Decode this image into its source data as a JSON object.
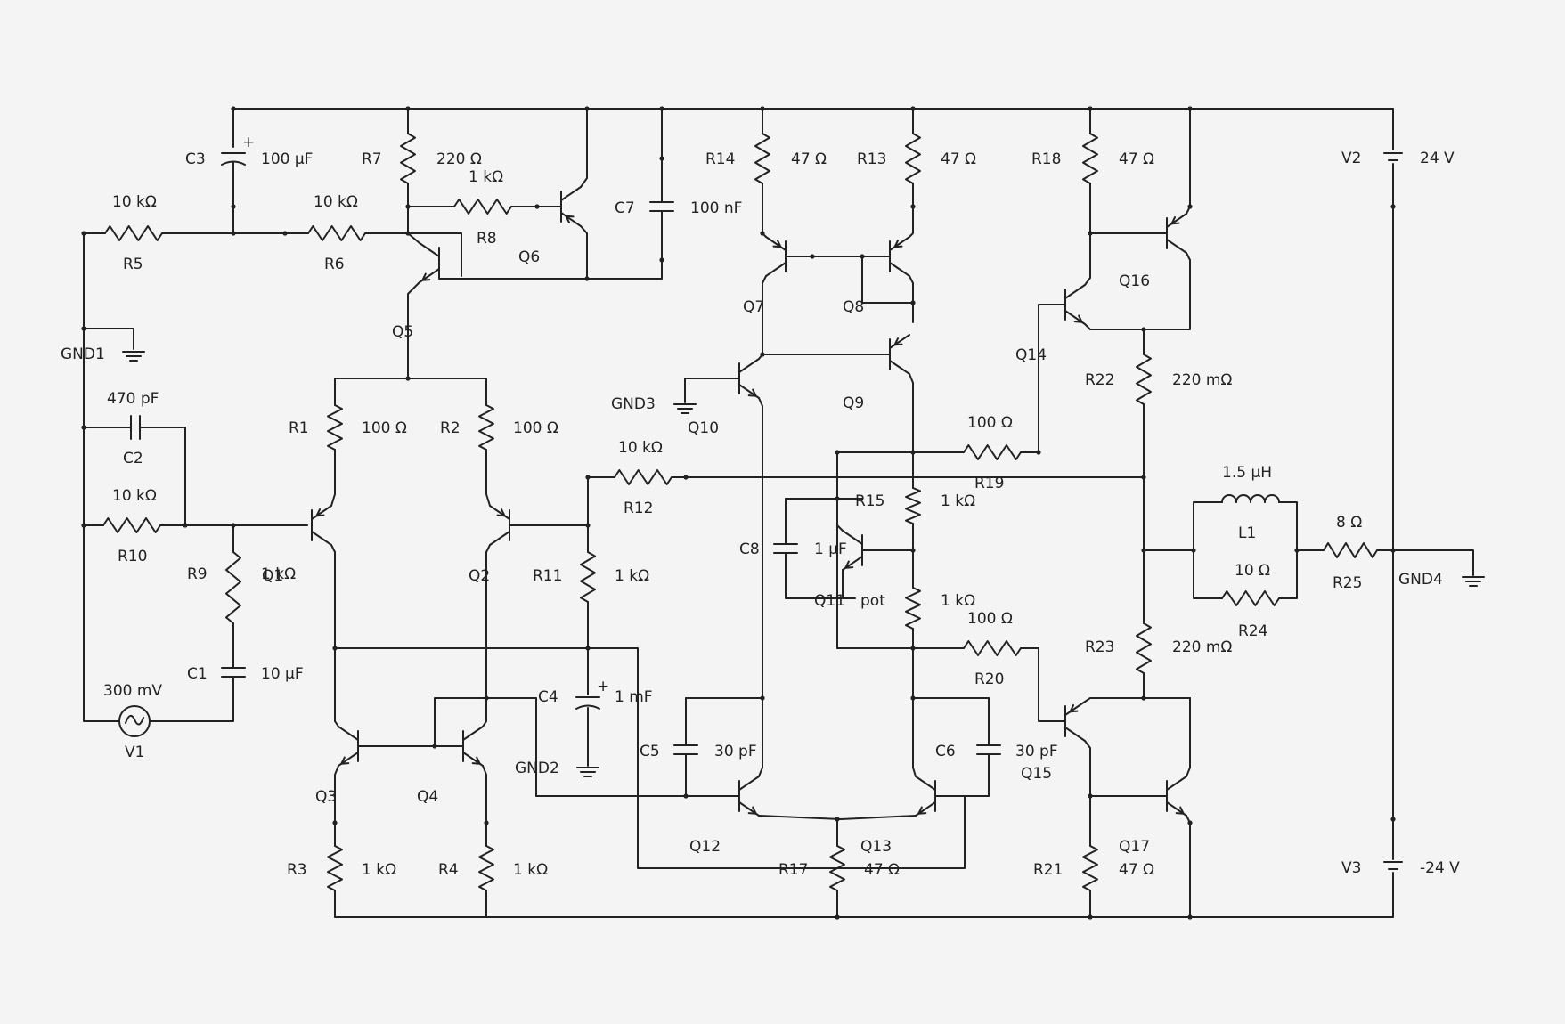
{
  "components": [
    {
      "ref": "R1",
      "value": "100 Ω"
    },
    {
      "ref": "R2",
      "value": "100 Ω"
    },
    {
      "ref": "R3",
      "value": "1 kΩ"
    },
    {
      "ref": "R4",
      "value": "1 kΩ"
    },
    {
      "ref": "R5",
      "value": "10 kΩ"
    },
    {
      "ref": "R6",
      "value": "10 kΩ"
    },
    {
      "ref": "R7",
      "value": "220 Ω"
    },
    {
      "ref": "R8",
      "value": "1 kΩ"
    },
    {
      "ref": "R9",
      "value": "1 kΩ"
    },
    {
      "ref": "R10",
      "value": "10 kΩ"
    },
    {
      "ref": "R11",
      "value": "1 kΩ"
    },
    {
      "ref": "R12",
      "value": "10 kΩ"
    },
    {
      "ref": "R13",
      "value": "47 Ω"
    },
    {
      "ref": "R14",
      "value": "47 Ω"
    },
    {
      "ref": "R15",
      "value": "1 kΩ"
    },
    {
      "ref": "R17",
      "value": "47 Ω"
    },
    {
      "ref": "R18",
      "value": "47 Ω"
    },
    {
      "ref": "R19",
      "value": "100 Ω"
    },
    {
      "ref": "R20",
      "value": "100 Ω"
    },
    {
      "ref": "R21",
      "value": "47 Ω"
    },
    {
      "ref": "R22",
      "value": "220 mΩ"
    },
    {
      "ref": "R23",
      "value": "220 mΩ"
    },
    {
      "ref": "R24",
      "value": "10 Ω"
    },
    {
      "ref": "R25",
      "value": "8 Ω"
    },
    {
      "ref": "pot",
      "value": "1 kΩ"
    },
    {
      "ref": "C1",
      "value": "10 µF"
    },
    {
      "ref": "C2",
      "value": "470 pF"
    },
    {
      "ref": "C3",
      "value": "100 µF"
    },
    {
      "ref": "C4",
      "value": "1 mF"
    },
    {
      "ref": "C5",
      "value": "30 pF"
    },
    {
      "ref": "C6",
      "value": "30 pF"
    },
    {
      "ref": "C7",
      "value": "100 nF"
    },
    {
      "ref": "C8",
      "value": "1 µF"
    },
    {
      "ref": "L1",
      "value": "1.5 µH"
    },
    {
      "ref": "V1",
      "value": "300 mV"
    },
    {
      "ref": "V2",
      "value": "24 V"
    },
    {
      "ref": "V3",
      "value": "-24 V"
    }
  ],
  "transistors": [
    "Q1",
    "Q2",
    "Q3",
    "Q4",
    "Q5",
    "Q6",
    "Q7",
    "Q8",
    "Q9",
    "Q10",
    "Q11",
    "Q12",
    "Q13",
    "Q14",
    "Q15",
    "Q16",
    "Q17"
  ],
  "grounds": [
    "GND1",
    "GND2",
    "GND3",
    "GND4"
  ],
  "capacitor_polarity_mark": "+"
}
